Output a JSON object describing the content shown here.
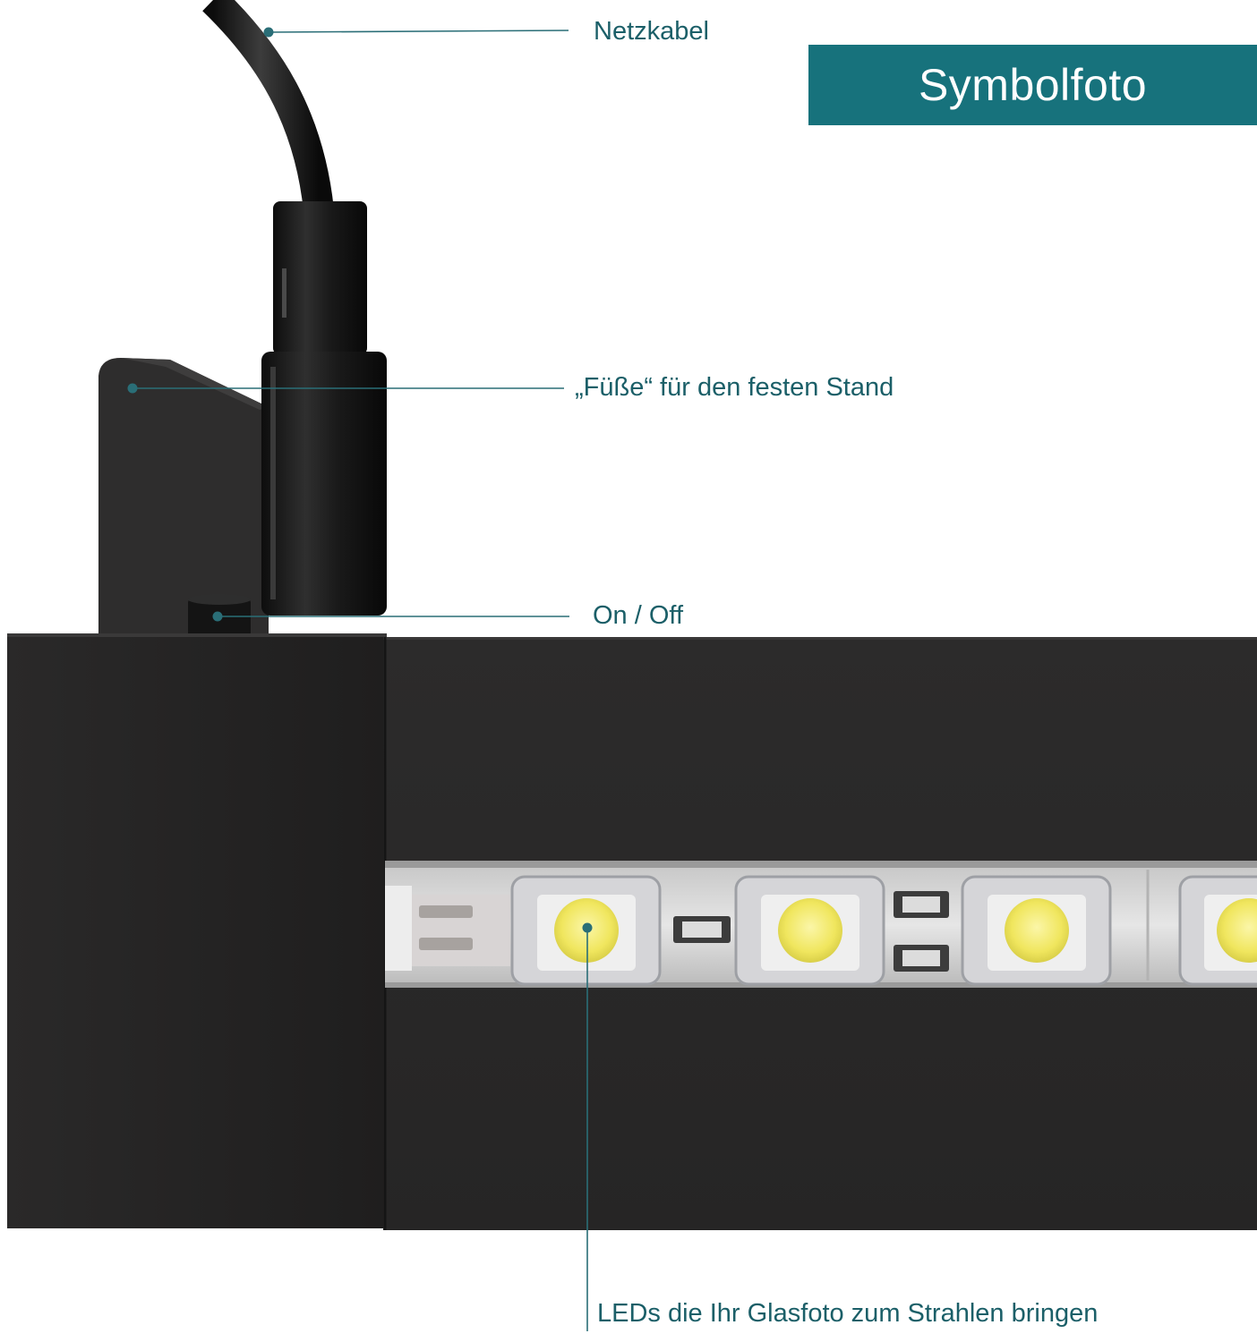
{
  "badge": {
    "text": "Symbolfoto",
    "color": "#17727c"
  },
  "callouts": [
    {
      "label": "Netzkabel"
    },
    {
      "label": "„Füße“ für den festen Stand"
    },
    {
      "label": "On / Off"
    },
    {
      "label": "LEDs die Ihr Glasfoto zum Strahlen bringen"
    }
  ],
  "colors": {
    "callout_text": "#1b5f68",
    "callout_line": "#2a6e77",
    "housing": "#2b2a2a",
    "led": "#f1ea6a"
  },
  "objects": [
    "power-cable",
    "stand-foot",
    "power-switch",
    "led-strip",
    "housing"
  ]
}
